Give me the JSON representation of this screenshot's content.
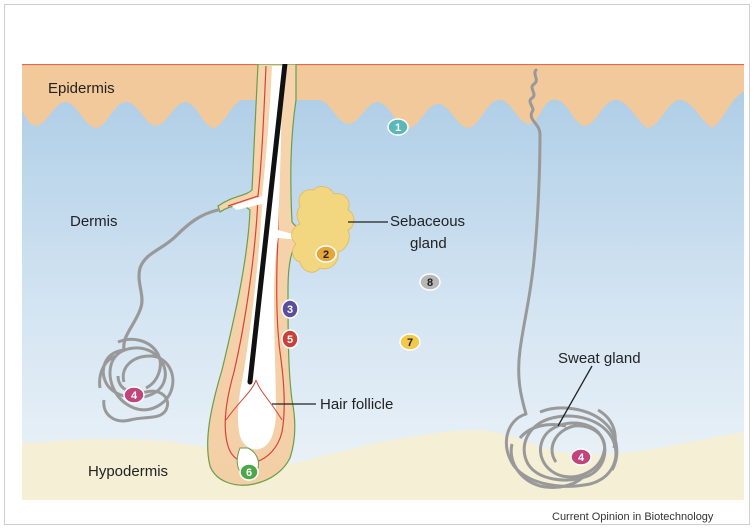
{
  "labels": {
    "epidermis": "Epidermis",
    "dermis": "Dermis",
    "hypodermis": "Hypodermis",
    "sebaceous_line1": "Sebaceous",
    "sebaceous_line2": "gland",
    "hair_follicle": "Hair follicle",
    "sweat_gland": "Sweat gland"
  },
  "credit": "Current Opinion in Biotechnology",
  "badges": {
    "b1": {
      "num": "1",
      "color": "#5bb7b8"
    },
    "b2": {
      "num": "2",
      "color": "#e5a53a"
    },
    "b3": {
      "num": "3",
      "color": "#5a4f9c"
    },
    "b4a": {
      "num": "4",
      "color": "#c0457c"
    },
    "b4b": {
      "num": "4",
      "color": "#c0457c"
    },
    "b5": {
      "num": "5",
      "color": "#c8413a"
    },
    "b6": {
      "num": "6",
      "color": "#4ea64b"
    },
    "b7": {
      "num": "7",
      "color": "#f2c84b"
    },
    "b8": {
      "num": "8",
      "color": "#b7b7b7"
    }
  },
  "colors": {
    "epidermis": "#f2c99a",
    "dermis_top": "#b6d4ea",
    "dermis_bottom": "#e7f0f7",
    "hypodermis": "#f5efd6",
    "follicle_outline": "#6a9e4a",
    "follicle_inner": "#d9433a",
    "hair": "#111111",
    "duct": "#999999",
    "sebaceous": "#f3d680"
  }
}
